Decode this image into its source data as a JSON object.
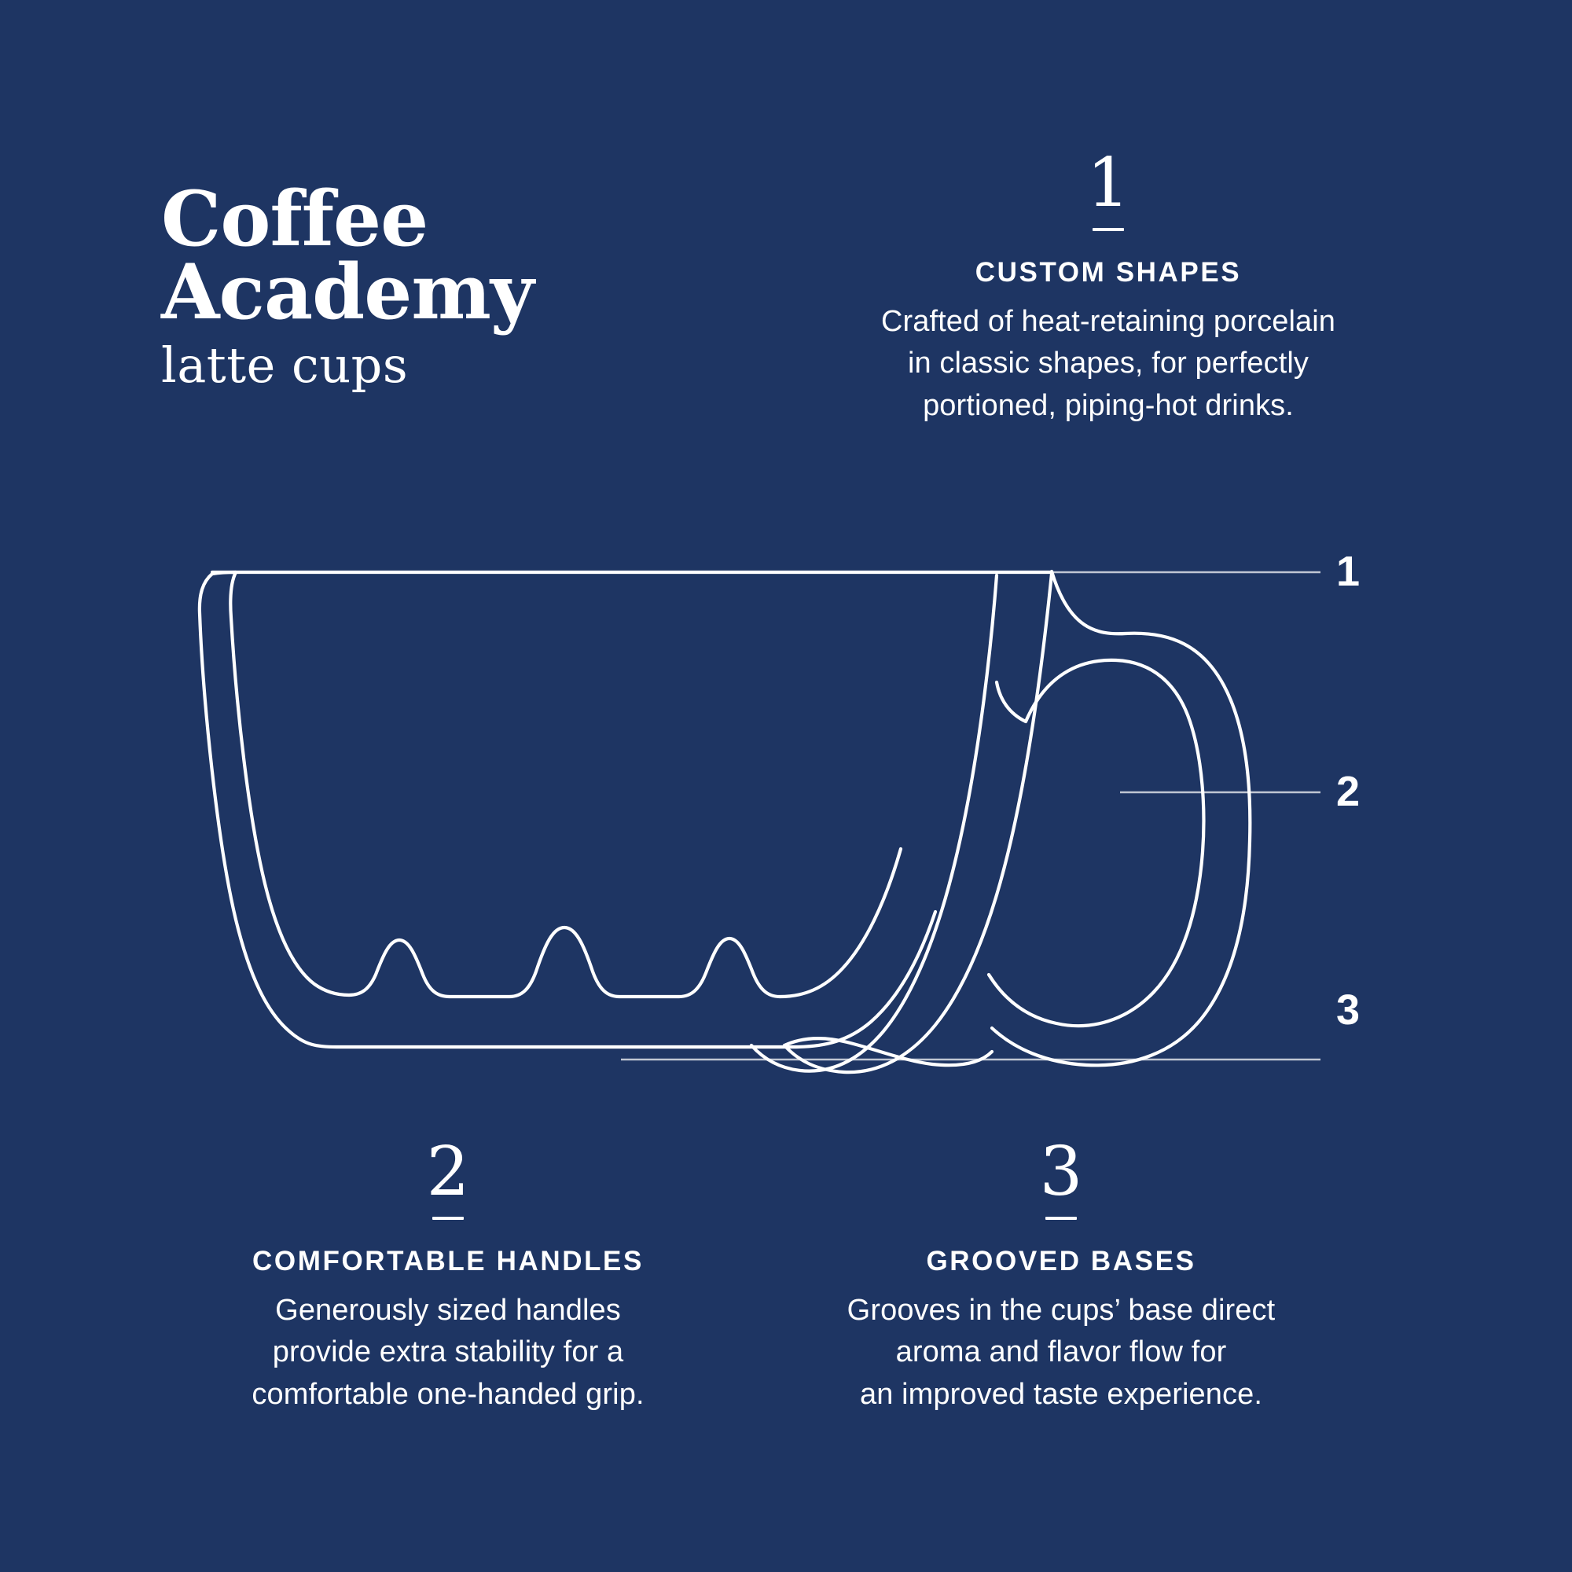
{
  "background_color": "#1e3563",
  "foreground_color": "#ffffff",
  "brand": {
    "line1": "Coffee",
    "line2": "Academy",
    "subtitle": "latte cups"
  },
  "features": [
    {
      "number": "1",
      "heading": "CUSTOM SHAPES",
      "body_lines": [
        "Crafted of heat-retaining porcelain",
        "in classic shapes, for perfectly",
        "portioned, piping-hot drinks."
      ]
    },
    {
      "number": "2",
      "heading": "COMFORTABLE HANDLES",
      "body_lines": [
        "Generously sized handles",
        "provide extra stability for a",
        "comfortable one-handed grip."
      ]
    },
    {
      "number": "3",
      "heading": "GROOVED BASES",
      "body_lines": [
        "Grooves in the cups’ base direct",
        "aroma and flavor flow for",
        "an improved taste experience."
      ]
    }
  ],
  "diagram": {
    "subject": "latte cup cross-section line drawing",
    "callouts": [
      {
        "number": "1",
        "points_to": "cup rim / custom shape"
      },
      {
        "number": "2",
        "points_to": "handle"
      },
      {
        "number": "3",
        "points_to": "grooved base"
      }
    ]
  }
}
